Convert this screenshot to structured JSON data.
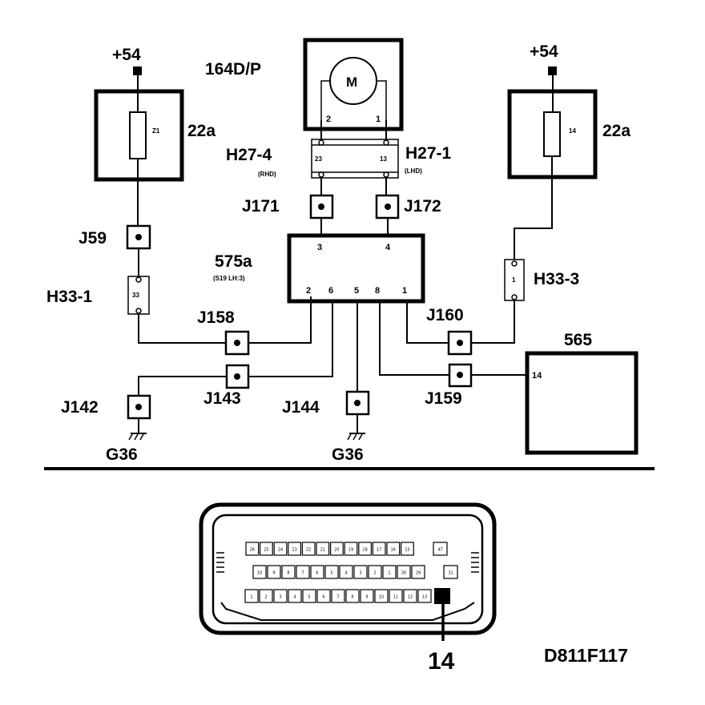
{
  "supply_left": "+54",
  "supply_right": "+54",
  "motor_block": "164D/P",
  "motor_symbol": "M",
  "motor_pin_left": "2",
  "motor_pin_right": "1",
  "fuse_left": {
    "box_label": "22a",
    "fuse_id": "Z1"
  },
  "fuse_right": {
    "box_label": "22a",
    "fuse_id": "14"
  },
  "connector_h27_4": {
    "label": "H27-4",
    "note": "(RHD)",
    "pin": "23"
  },
  "connector_h27_1": {
    "label": "H27-1",
    "note": "(LHD)",
    "pin": "13"
  },
  "junctions": {
    "j171": "J171",
    "j172": "J172",
    "j59": "J59",
    "j158": "J158",
    "j160": "J160",
    "j143": "J143",
    "j142": "J142",
    "j144": "J144",
    "j159": "J159"
  },
  "connector_h33_1": {
    "label": "H33-1",
    "pin": "33"
  },
  "connector_h33_3": {
    "label": "H33-3",
    "pin": "1"
  },
  "module_575a": {
    "label": "575a",
    "note": "(S19 LH:3)",
    "top_pins": [
      "3",
      "4"
    ],
    "bottom_pins": [
      "2",
      "6",
      "5",
      "8",
      "1"
    ]
  },
  "module_565": {
    "label": "565",
    "pin": "14"
  },
  "grounds": {
    "left": "G36",
    "right": "G36"
  },
  "connector_face": {
    "row1": [
      "26",
      "25",
      "24",
      "23",
      "22",
      "21",
      "20",
      "19",
      "18",
      "17",
      "16",
      "15"
    ],
    "row1_end": "47",
    "row2": [
      "10",
      "9",
      "8",
      "7",
      "6",
      "5",
      "4",
      "3",
      "2",
      "1",
      "30",
      "29"
    ],
    "row2_end": "31",
    "row3": [
      "1",
      "2",
      "3",
      "4",
      "5",
      "6",
      "7",
      "8",
      "9",
      "10",
      "11",
      "12",
      "13"
    ],
    "highlight_pin": "14"
  },
  "callout_pin": "14",
  "figure_code": "D811F117"
}
